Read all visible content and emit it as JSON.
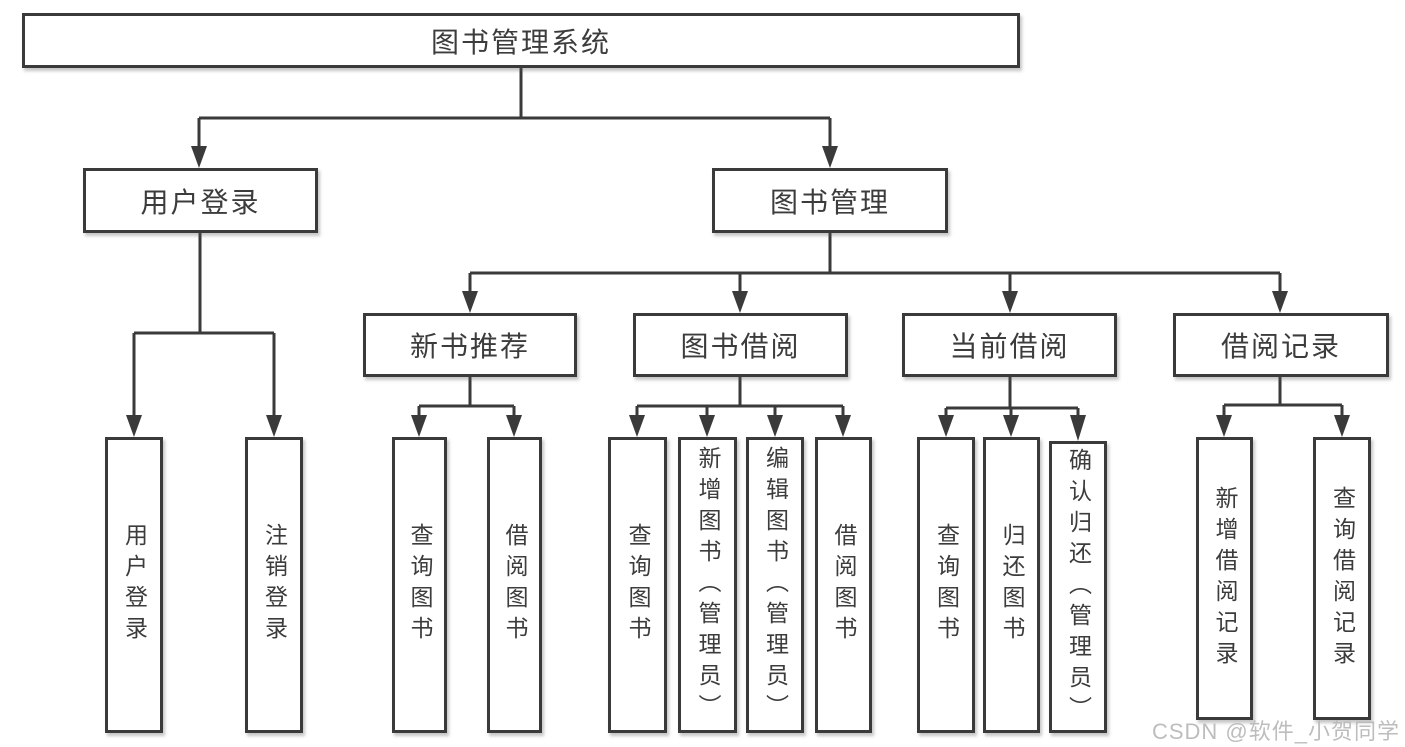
{
  "diagram": {
    "title_node": {
      "label": "图书管理系统"
    },
    "level2": [
      {
        "label": "用户登录"
      },
      {
        "label": "图书管理"
      }
    ],
    "level3": [
      {
        "label": "新书推荐"
      },
      {
        "label": "图书借阅"
      },
      {
        "label": "当前借阅"
      },
      {
        "label": "借阅记录"
      }
    ],
    "leaves": [
      {
        "label": "用户登录"
      },
      {
        "label": "注销登录"
      },
      {
        "label": "查询图书"
      },
      {
        "label": "借阅图书"
      },
      {
        "label": "查询图书"
      },
      {
        "label": "新增图书（管理员）"
      },
      {
        "label": "编辑图书（管理员）"
      },
      {
        "label": "借阅图书"
      },
      {
        "label": "查询图书"
      },
      {
        "label": "归还图书"
      },
      {
        "label": "确认归还（管理员）"
      },
      {
        "label": "新增借阅记录"
      },
      {
        "label": "查询借阅记录"
      }
    ],
    "colors": {
      "line": "#3a3a3a",
      "box_border": "#3a3a3a",
      "text": "#3c3c3c",
      "background": "#ffffff",
      "watermark": "#b9b9b9"
    }
  },
  "watermark": {
    "text": "CSDN @软件_小贺同学"
  }
}
